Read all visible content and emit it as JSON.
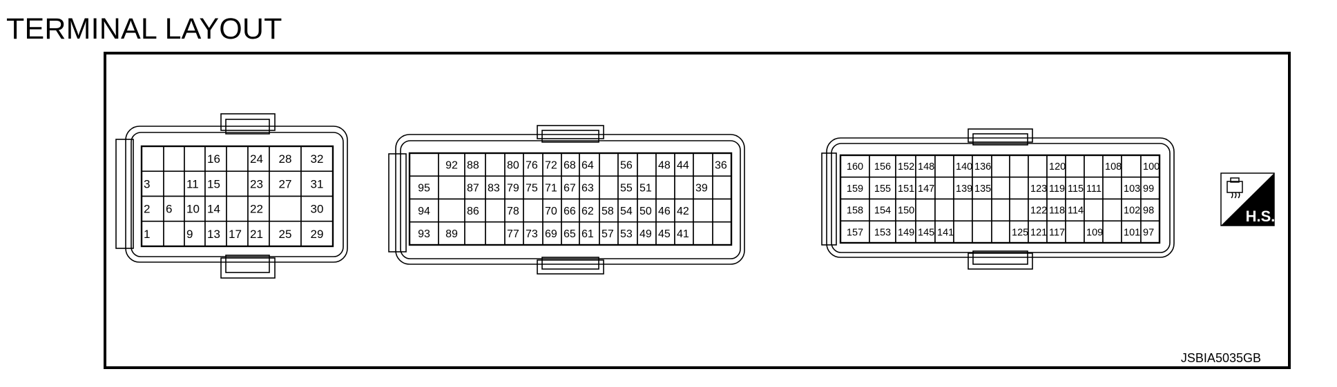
{
  "title": "TERMINAL LAYOUT",
  "figure_code": "JSBIA5035GB",
  "badge": {
    "label": "H.S.",
    "icon": "harness-connector-icon"
  },
  "connectors": [
    {
      "name": "connector-32-pin",
      "rows": [
        [
          "",
          "",
          "",
          "16",
          "",
          "24",
          "28",
          "32"
        ],
        [
          "3",
          "",
          "11",
          "15",
          "",
          "23",
          "27",
          "31"
        ],
        [
          "2",
          "6",
          "10",
          "14",
          "",
          "22",
          "",
          "30"
        ],
        [
          "1",
          "",
          "9",
          "13",
          "17",
          "21",
          "25",
          "29"
        ]
      ]
    },
    {
      "name": "connector-64-pin",
      "rows": [
        [
          "",
          "92",
          "88",
          "",
          "80",
          "76",
          "72",
          "68",
          "64",
          "",
          "56",
          "",
          "48",
          "44",
          "",
          "36"
        ],
        [
          "95",
          "",
          "87",
          "83",
          "79",
          "75",
          "71",
          "67",
          "63",
          "",
          "55",
          "51",
          "",
          "",
          "39",
          ""
        ],
        [
          "94",
          "",
          "86",
          "",
          "78",
          "",
          "70",
          "66",
          "62",
          "58",
          "54",
          "50",
          "46",
          "42",
          "",
          ""
        ],
        [
          "93",
          "89",
          "",
          "",
          "77",
          "73",
          "69",
          "65",
          "61",
          "57",
          "53",
          "49",
          "45",
          "41",
          "",
          ""
        ]
      ]
    },
    {
      "name": "connector-160-pin-block",
      "rows": [
        [
          "160",
          "156",
          "152",
          "148",
          "",
          "140",
          "136",
          "",
          "",
          "",
          "120",
          "",
          "",
          "108",
          "",
          "100"
        ],
        [
          "159",
          "155",
          "151",
          "147",
          "",
          "139",
          "135",
          "",
          "",
          "123",
          "119",
          "115",
          "111",
          "",
          "103",
          "99"
        ],
        [
          "158",
          "154",
          "150",
          "",
          "",
          "",
          "",
          "",
          "",
          "122",
          "118",
          "114",
          "",
          "",
          "102",
          "98"
        ],
        [
          "157",
          "153",
          "149",
          "145",
          "141",
          "",
          "",
          "",
          "125",
          "121",
          "117",
          "",
          "109",
          "",
          "101",
          "97"
        ]
      ]
    }
  ]
}
